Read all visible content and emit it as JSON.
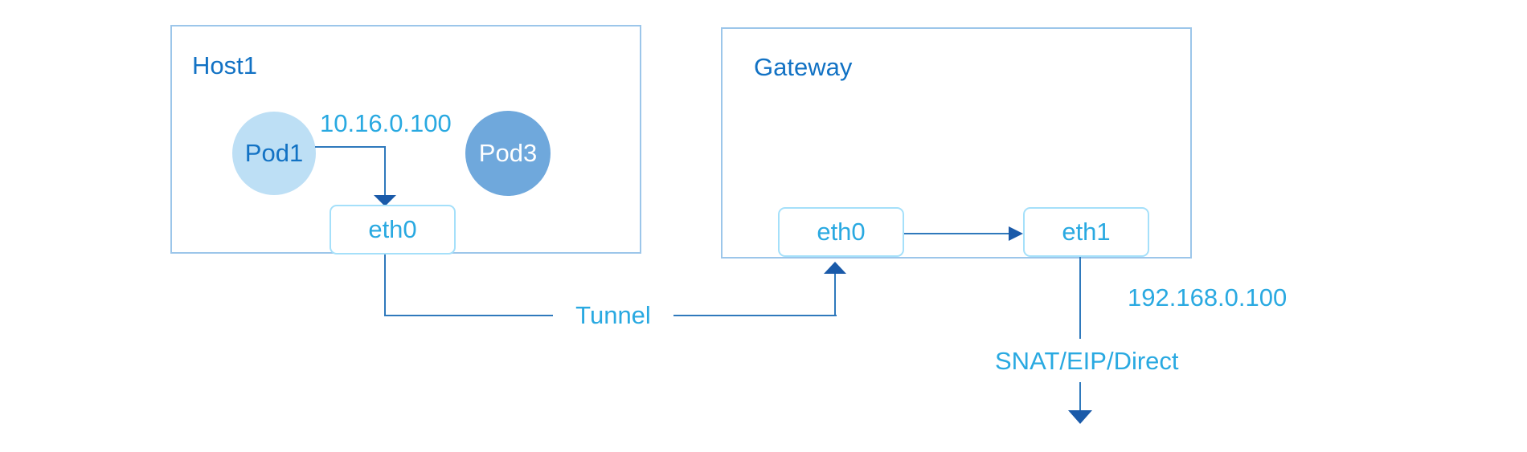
{
  "host1": {
    "title": "Host1",
    "pods": [
      {
        "label": "Pod1"
      },
      {
        "label": "Pod3"
      }
    ],
    "pod_ip": "10.16.0.100",
    "interface_label": "eth0"
  },
  "gateway": {
    "title": "Gateway",
    "interfaces": [
      {
        "label": "eth0"
      },
      {
        "label": "eth1"
      }
    ]
  },
  "connections": {
    "tunnel_label": "Tunnel",
    "external_ip": "192.168.0.100",
    "egress_label": "SNAT/EIP/Direct"
  },
  "colors": {
    "title_text": "#1272c4",
    "accent_text": "#29a9e1",
    "outer_box_border": "#9cc6ea",
    "eth_box_border": "#a5e0fa",
    "pod1_fill": "#bddff5",
    "pod3_fill": "#6fa8dc",
    "pod3_text": "#ffffff",
    "connector_line": "#2f79bc",
    "arrowhead": "#1a5aa9",
    "background": "#ffffff"
  }
}
